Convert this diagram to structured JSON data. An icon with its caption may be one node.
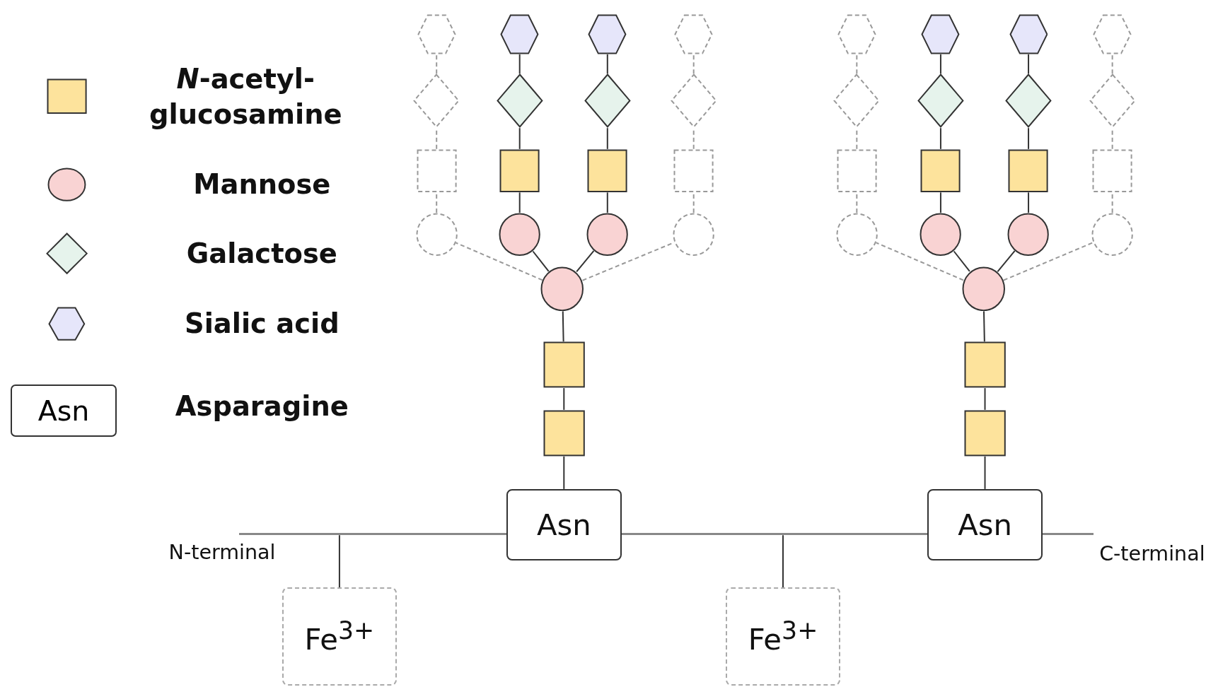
{
  "diagram": {
    "nodes": [
      {
        "text": [
          "Asn"
        ]
      },
      {
        "text": [],
        "shape": "box"
      },
      {
        "text": [],
        "shape": "box"
      },
      {
        "text": [],
        "shape": "circle"
      },
      {
        "text": [],
        "shape": "circle"
      },
      {
        "text": [],
        "shape": "box"
      },
      {
        "text": [],
        "shape": "diamond"
      },
      {
        "text": [],
        "shape": "hexagon"
      },
      {
        "text": [],
        "shape": "circle"
      },
      {
        "text": [],
        "shape": "box"
      },
      {
        "text": [],
        "shape": "diamond"
      },
      {
        "text": [],
        "shape": "hexagon"
      },
      {
        "text": [],
        "shape": "circle"
      },
      {
        "text": [],
        "shape": "box"
      },
      {
        "text": [],
        "shape": "diamond"
      },
      {
        "text": [],
        "shape": "hexagon"
      },
      {
        "text": [],
        "shape": "circle"
      },
      {
        "text": [],
        "shape": "box"
      },
      {
        "text": [],
        "shape": "diamond"
      },
      {
        "text": [],
        "shape": "hexagon"
      },
      {
        "text": [
          "Asn"
        ]
      },
      {
        "text": [],
        "shape": "box"
      },
      {
        "text": [],
        "shape": "box"
      },
      {
        "text": [],
        "shape": "circle"
      },
      {
        "text": [],
        "shape": "circle"
      },
      {
        "text": [],
        "shape": "box"
      },
      {
        "text": [],
        "shape": "diamond"
      },
      {
        "text": [],
        "shape": "hexagon"
      },
      {
        "text": [],
        "shape": "circle"
      },
      {
        "text": [],
        "shape": "box"
      },
      {
        "text": [],
        "shape": "diamond"
      },
      {
        "text": [],
        "shape": "hexagon"
      },
      {
        "text": [],
        "shape": "circle"
      },
      {
        "text": [],
        "shape": "box"
      },
      {
        "text": [],
        "shape": "diamond"
      },
      {
        "text": [],
        "shape": "hexagon"
      },
      {
        "text": [],
        "shape": "circle"
      },
      {
        "text": [],
        "shape": "box"
      },
      {
        "text": [],
        "shape": "diamond"
      },
      {
        "text": [],
        "shape": "hexagon"
      },
      {
        "text": [],
        "shape": "bar",
        "beside": [
          "N-terminal",
          "C-terminal"
        ]
      },
      {
        "text": [
          "Fe$^{3+}$"
        ]
      },
      {
        "text": [
          "Fe$^{3+}$"
        ]
      }
    ],
    "edges": [
      {
        "from": 0,
        "to": 1,
        "arrow": "none"
      },
      {
        "from": 1,
        "to": 2,
        "arrow": "none"
      },
      {
        "from": 2,
        "to": 3,
        "arrow": "none"
      },
      {
        "from": 3,
        "to": 4,
        "arrow": "none",
        "style": "dashed",
        "color": "#999999"
      },
      {
        "from": 4,
        "to": 5,
        "arrow": "none",
        "style": "dashed",
        "color": "#999999"
      },
      {
        "from": 5,
        "to": 6,
        "arrow": "none",
        "style": "dashed",
        "color": "#999999"
      },
      {
        "from": 6,
        "to": 7,
        "arrow": "none",
        "style": "dashed",
        "color": "#999999"
      },
      {
        "from": 3,
        "to": 8,
        "arrow": "none"
      },
      {
        "from": 8,
        "to": 9,
        "arrow": "none"
      },
      {
        "from": 9,
        "to": 10,
        "arrow": "none"
      },
      {
        "from": 10,
        "to": 11,
        "arrow": "none"
      },
      {
        "from": 3,
        "to": 12,
        "arrow": "none"
      },
      {
        "from": 12,
        "to": 13,
        "arrow": "none"
      },
      {
        "from": 13,
        "to": 14,
        "arrow": "none"
      },
      {
        "from": 14,
        "to": 15,
        "arrow": "none"
      },
      {
        "from": 3,
        "to": 16,
        "arrow": "none",
        "style": "dashed",
        "color": "#999999"
      },
      {
        "from": 16,
        "to": 17,
        "arrow": "none",
        "style": "dashed",
        "color": "#999999"
      },
      {
        "from": 17,
        "to": 18,
        "arrow": "none",
        "style": "dashed",
        "color": "#999999"
      },
      {
        "from": 18,
        "to": 19,
        "arrow": "none",
        "style": "dashed",
        "color": "#999999"
      },
      {
        "from": 20,
        "to": 21,
        "arrow": "none"
      },
      {
        "from": 21,
        "to": 22,
        "arrow": "none"
      },
      {
        "from": 22,
        "to": 23,
        "arrow": "none"
      },
      {
        "from": 23,
        "to": 24,
        "arrow": "none",
        "style": "dashed",
        "color": "#999999"
      },
      {
        "from": 24,
        "to": 25,
        "arrow": "none",
        "style": "dashed",
        "color": "#999999"
      },
      {
        "from": 25,
        "to": 26,
        "arrow": "none",
        "style": "dashed",
        "color": "#999999"
      },
      {
        "from": 26,
        "to": 27,
        "arrow": "none",
        "style": "dashed",
        "color": "#999999"
      },
      {
        "from": 23,
        "to": 28,
        "arrow": "none"
      },
      {
        "from": 28,
        "to": 29,
        "arrow": "none"
      },
      {
        "from": 29,
        "to": 30,
        "arrow": "none"
      },
      {
        "from": 30,
        "to": 31,
        "arrow": "none"
      },
      {
        "from": 23,
        "to": 32,
        "arrow": "none"
      },
      {
        "from": 32,
        "to": 33,
        "arrow": "none"
      },
      {
        "from": 33,
        "to": 34,
        "arrow": "none"
      },
      {
        "from": 34,
        "to": 35,
        "arrow": "none"
      },
      {
        "from": 23,
        "to": 36,
        "arrow": "none",
        "style": "dashed",
        "color": "#999999"
      },
      {
        "from": 36,
        "to": 37,
        "arrow": "none",
        "style": "dashed",
        "color": "#999999"
      },
      {
        "from": 37,
        "to": 38,
        "arrow": "none",
        "style": "dashed",
        "color": "#999999"
      },
      {
        "from": 38,
        "to": 39,
        "arrow": "none",
        "style": "dashed",
        "color": "#999999"
      },
      {
        "from": 40,
        "to": 41,
        "arrow": "none"
      },
      {
        "from": 40,
        "to": 42,
        "arrow": "none"
      }
    ],
    "labels": [
      "Asn"
    ],
    "legend": [
      {
        "text": "*N*-acetyl- glucosamine"
      },
      {
        "text": "Mannose"
      },
      {
        "text": "Galactose"
      },
      {
        "text": "Sialic acid"
      },
      {
        "text": "Asparagine"
      }
    ]
  }
}
